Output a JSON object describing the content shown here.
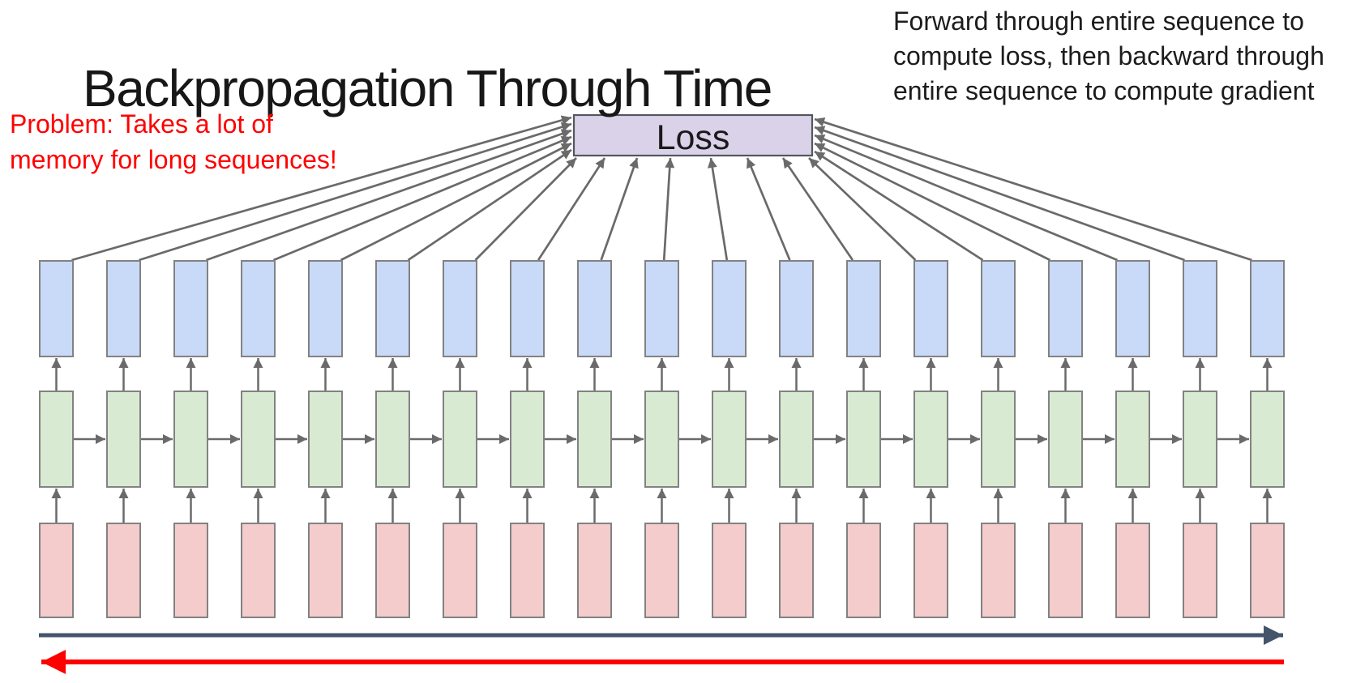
{
  "title": "Backpropagation Through Time",
  "loss_label": "Loss",
  "notes": {
    "forward_backward": {
      "lines": [
        "Forward through entire sequence to",
        "compute loss, then backward through",
        "entire sequence to compute gradient"
      ],
      "color": "#1c1c1c"
    },
    "problem": {
      "lines": [
        "Problem: Takes a lot of",
        "memory for long sequences!"
      ],
      "color": "#ff0000"
    }
  },
  "diagram": {
    "num_timesteps": 19,
    "loss_box": {
      "fill": "#d9d2e9",
      "border": "#56555e"
    },
    "layers": [
      {
        "name": "input",
        "fill": "#f4cccc",
        "border": "#828282"
      },
      {
        "name": "hidden",
        "fill": "#d9ead3",
        "border": "#828282"
      },
      {
        "name": "output",
        "fill": "#c9daf8",
        "border": "#828282"
      }
    ],
    "arrow_color": "#6a6a6a",
    "forward_pass_arrow": {
      "direction": "right",
      "color": "#44546a"
    },
    "backward_pass_arrow": {
      "direction": "left",
      "color": "#ff0000"
    }
  }
}
